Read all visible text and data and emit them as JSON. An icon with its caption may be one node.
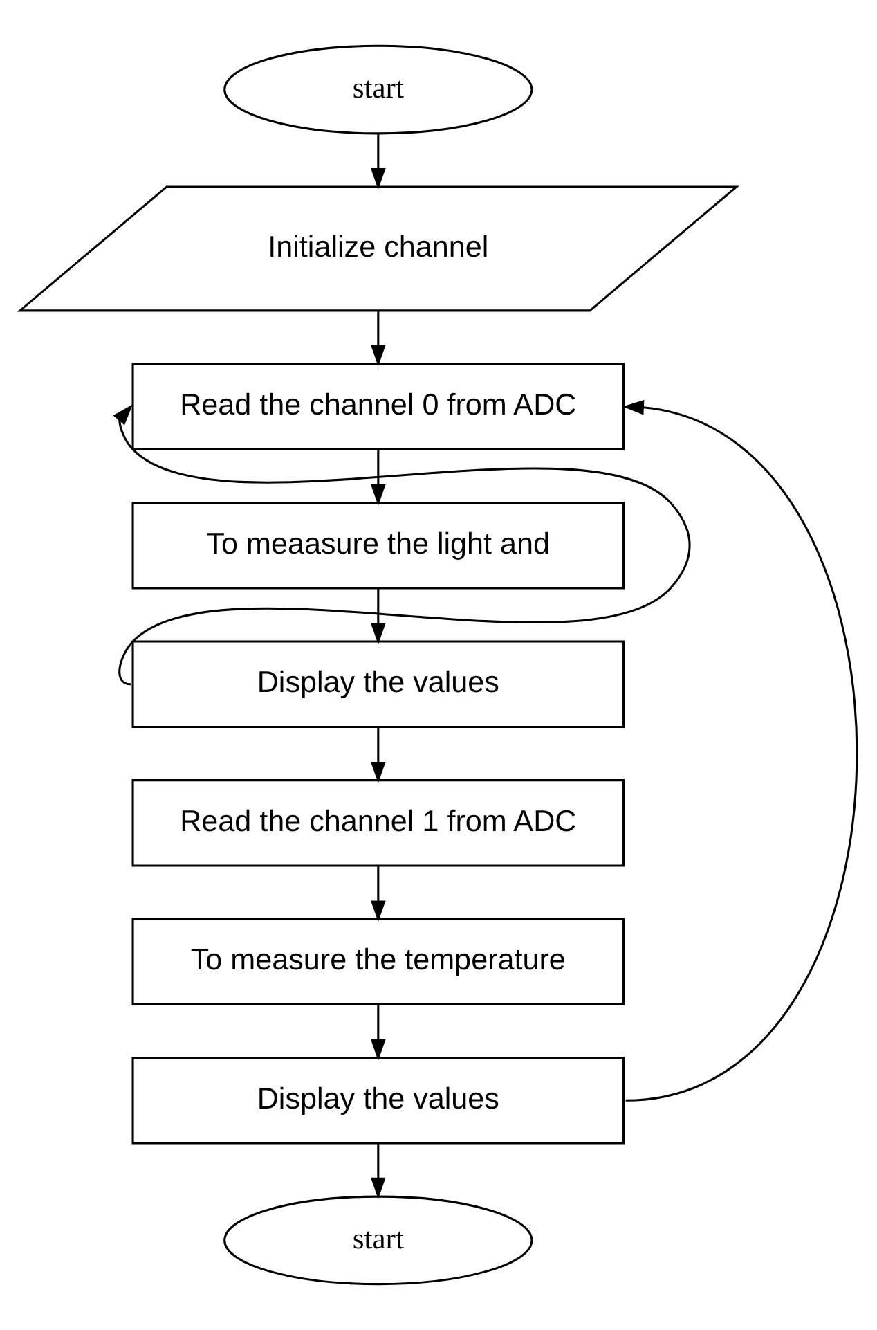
{
  "diagram": {
    "nodes": [
      {
        "text": [
          "start"
        ]
      },
      {
        "text": [
          "Initialize channel"
        ]
      },
      {
        "text": [
          "Read the channel 0 from ADC"
        ]
      },
      {
        "text": [
          "To meaasure the light and"
        ]
      },
      {
        "text": [
          "Display the values"
        ]
      },
      {
        "text": [
          "Read the channel 1 from ADC"
        ]
      },
      {
        "text": [
          "To measure the temperature"
        ]
      },
      {
        "text": [
          "Display the values"
        ]
      },
      {
        "text": [
          "start"
        ]
      }
    ],
    "edges": [
      {
        "from": 0,
        "to": 1,
        "arrow": "to"
      },
      {
        "from": 1,
        "to": 2,
        "arrow": "to"
      },
      {
        "from": 2,
        "to": 3,
        "arrow": "to"
      },
      {
        "from": 3,
        "to": 4,
        "arrow": "to"
      },
      {
        "from": 4,
        "to": 5,
        "arrow": "to"
      },
      {
        "from": 4,
        "to": 2,
        "arrow": "to"
      },
      {
        "from": 5,
        "to": 6,
        "arrow": "to"
      },
      {
        "from": 6,
        "to": 7,
        "arrow": "to"
      },
      {
        "from": 7,
        "to": 8,
        "arrow": "to"
      },
      {
        "from": 7,
        "to": 2,
        "arrow": "to"
      }
    ]
  }
}
